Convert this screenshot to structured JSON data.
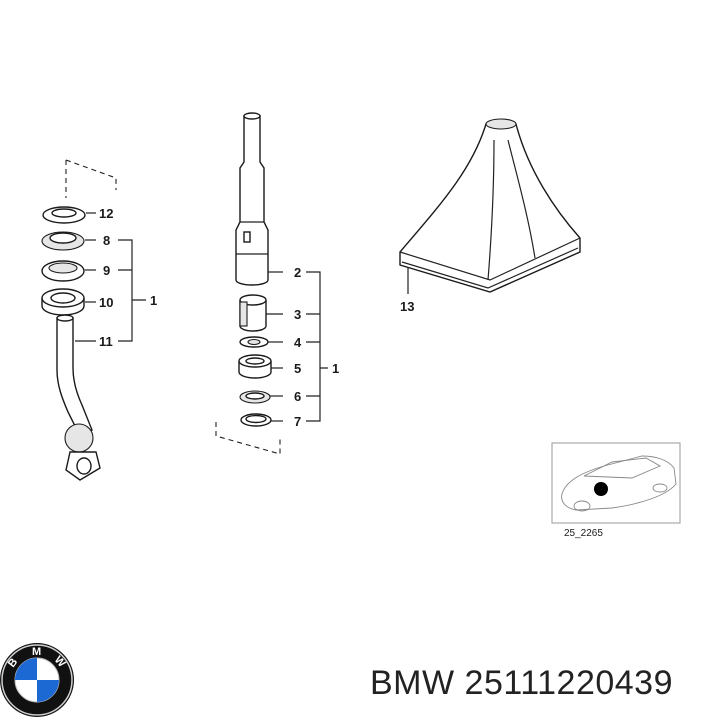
{
  "callouts": {
    "left": [
      "12",
      "8",
      "9",
      "10",
      "11",
      "1"
    ],
    "center": [
      "2",
      "3",
      "4",
      "5",
      "6",
      "7",
      "1"
    ],
    "boot": "13"
  },
  "thumbnail": {
    "reference": "25_2265"
  },
  "caption": {
    "brand": "BMW",
    "part_number": "25111220439"
  },
  "logo": {
    "letters": [
      "B",
      "M",
      "W"
    ]
  },
  "colors": {
    "logo_blue": "#1c69d4",
    "logo_ring": "#111111",
    "ink": "#1a1a1a"
  }
}
